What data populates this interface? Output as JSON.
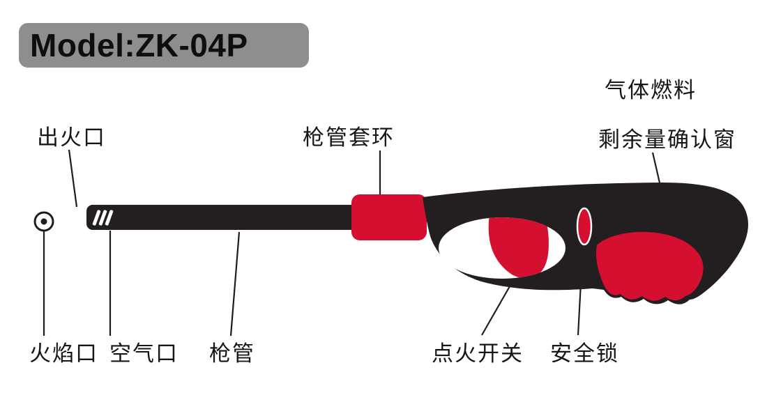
{
  "title": {
    "text": "Model:ZK-04P"
  },
  "callouts": {
    "fire_outlet": "出火口",
    "barrel_collar": "枪管套环",
    "gas_window": [
      "气体燃料",
      "剩余量确认窗"
    ],
    "flame_port": "火焰口",
    "air_port": "空气口",
    "barrel": "枪管",
    "ignition_switch": "点火开关",
    "safety_lock": "安全锁"
  },
  "colors": {
    "accent_red": "#d50f2f",
    "body_black": "#231f20",
    "title_bg": "#8e8e8e",
    "background": "#ffffff"
  }
}
